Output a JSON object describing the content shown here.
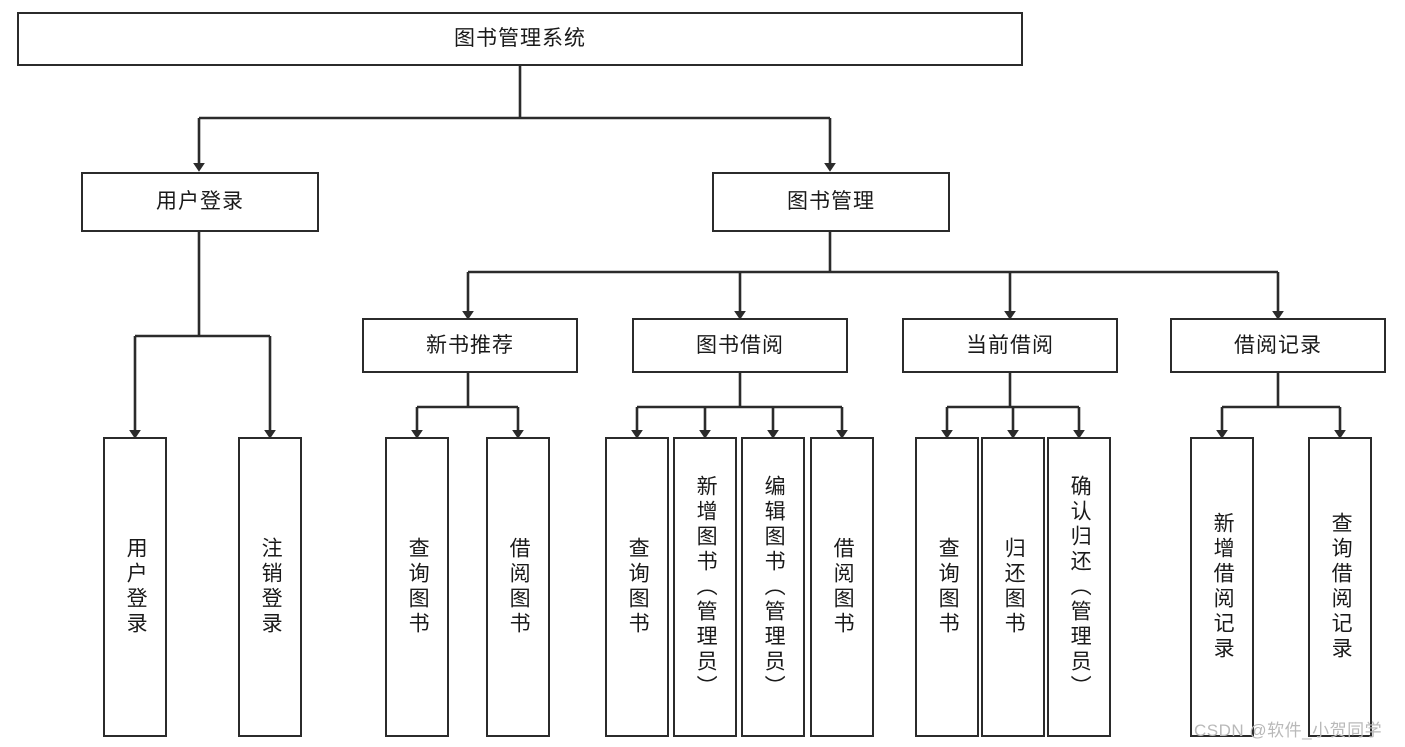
{
  "diagram": {
    "title": "图书管理系统",
    "type": "tree-hierarchy",
    "root": {
      "id": "root",
      "label": "图书管理系统"
    },
    "level2": [
      {
        "id": "user-login",
        "label": "用户登录"
      },
      {
        "id": "book-manage",
        "label": "图书管理"
      }
    ],
    "level3": [
      {
        "id": "new-book-recommend",
        "label": "新书推荐",
        "parent": "book-manage"
      },
      {
        "id": "book-borrow",
        "label": "图书借阅",
        "parent": "book-manage"
      },
      {
        "id": "current-borrow",
        "label": "当前借阅",
        "parent": "book-manage"
      },
      {
        "id": "borrow-record",
        "label": "借阅记录",
        "parent": "book-manage"
      }
    ],
    "leaves": [
      {
        "id": "leaf-user-login",
        "label": "用户登录",
        "parent": "user-login"
      },
      {
        "id": "leaf-user-logout",
        "label": "注销登录",
        "parent": "user-login"
      },
      {
        "id": "leaf-query-book-1",
        "label": "查询图书",
        "parent": "new-book-recommend"
      },
      {
        "id": "leaf-borrow-book-1",
        "label": "借阅图书",
        "parent": "new-book-recommend"
      },
      {
        "id": "leaf-query-book-2",
        "label": "查询图书",
        "parent": "book-borrow"
      },
      {
        "id": "leaf-add-book",
        "label": "新增图书（管理员）",
        "parent": "book-borrow"
      },
      {
        "id": "leaf-edit-book",
        "label": "编辑图书（管理员）",
        "parent": "book-borrow"
      },
      {
        "id": "leaf-borrow-book-2",
        "label": "借阅图书",
        "parent": "book-borrow"
      },
      {
        "id": "leaf-query-book-3",
        "label": "查询图书",
        "parent": "current-borrow"
      },
      {
        "id": "leaf-return-book",
        "label": "归还图书",
        "parent": "current-borrow"
      },
      {
        "id": "leaf-confirm-return",
        "label": "确认归还（管理员）",
        "parent": "current-borrow"
      },
      {
        "id": "leaf-add-record",
        "label": "新增借阅记录",
        "parent": "borrow-record"
      },
      {
        "id": "leaf-query-record",
        "label": "查询借阅记录",
        "parent": "borrow-record"
      }
    ],
    "colors": {
      "stroke": "#2b2b2b",
      "fill": "#ffffff",
      "text": "#1a1a1a",
      "watermark": "#b9b9b9"
    }
  },
  "watermark": {
    "text": "CSDN @软件_小贺同学"
  }
}
